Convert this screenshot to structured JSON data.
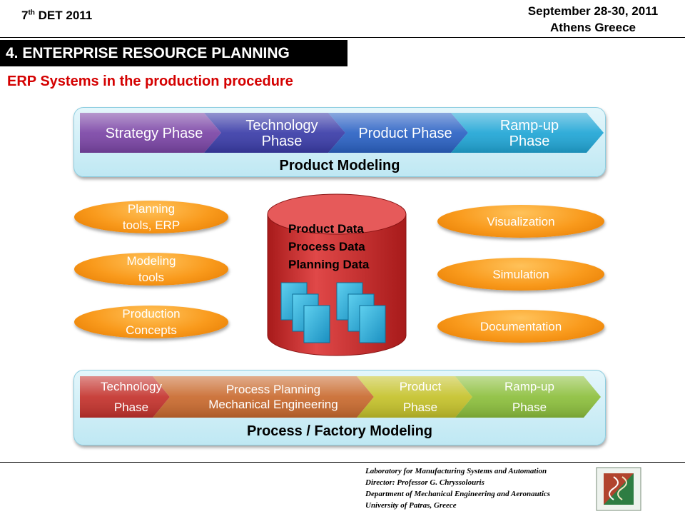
{
  "header": {
    "event_prefix": "7",
    "event_suffix": "th",
    "event_name": "DET 2011",
    "dates": "September 28-30, 2011",
    "location": "Athens Greece"
  },
  "section_title": "4. ENTERPRISE RESOURCE PLANNING",
  "subtitle": "ERP Systems in the production procedure",
  "product_modeling": {
    "label": "Product Modeling",
    "phases": [
      {
        "line1": "Strategy Phase",
        "line2": "",
        "color": "#7b45a6"
      },
      {
        "line1": "Technology",
        "line2": "Phase",
        "color": "#3a3ca8"
      },
      {
        "line1": "Product Phase",
        "line2": "",
        "color": "#2b62c4"
      },
      {
        "line1": "Ramp-up",
        "line2": "Phase",
        "color": "#20a6d6"
      }
    ]
  },
  "left_tools": [
    {
      "line1": "Planning",
      "line2": "tools, ERP"
    },
    {
      "line1": "Modeling",
      "line2": "tools"
    },
    {
      "line1": "Production",
      "line2": "Concepts"
    }
  ],
  "right_tools": [
    {
      "label": "Visualization"
    },
    {
      "label": "Simulation"
    },
    {
      "label": "Documentation"
    }
  ],
  "database": {
    "lines": [
      "Product Data",
      "Process Data",
      "Planning Data"
    ],
    "color": "#cc2b2b"
  },
  "process_modeling": {
    "label": "Process / Factory Modeling",
    "phases": [
      {
        "line1": "Technology",
        "line2": "Phase",
        "color": "#c4322c"
      },
      {
        "line1": "Process Planning",
        "line2": "Mechanical Engineering",
        "color": "#c96a2e"
      },
      {
        "line1": "Product",
        "line2": "Phase",
        "color": "#c5c22a"
      },
      {
        "line1": "Ramp-up",
        "line2": "Phase",
        "color": "#8cbf3c"
      }
    ]
  },
  "footer": {
    "lines": [
      "Laboratory for Manufacturing Systems and Automation",
      "Director: Professor G. Chryssolouris",
      "Department of Mechanical Engineering and Aeronautics",
      "University of Patras, Greece"
    ]
  },
  "icons": {
    "logo": "lms-logo-icon",
    "documents": "document-stack-icon"
  }
}
